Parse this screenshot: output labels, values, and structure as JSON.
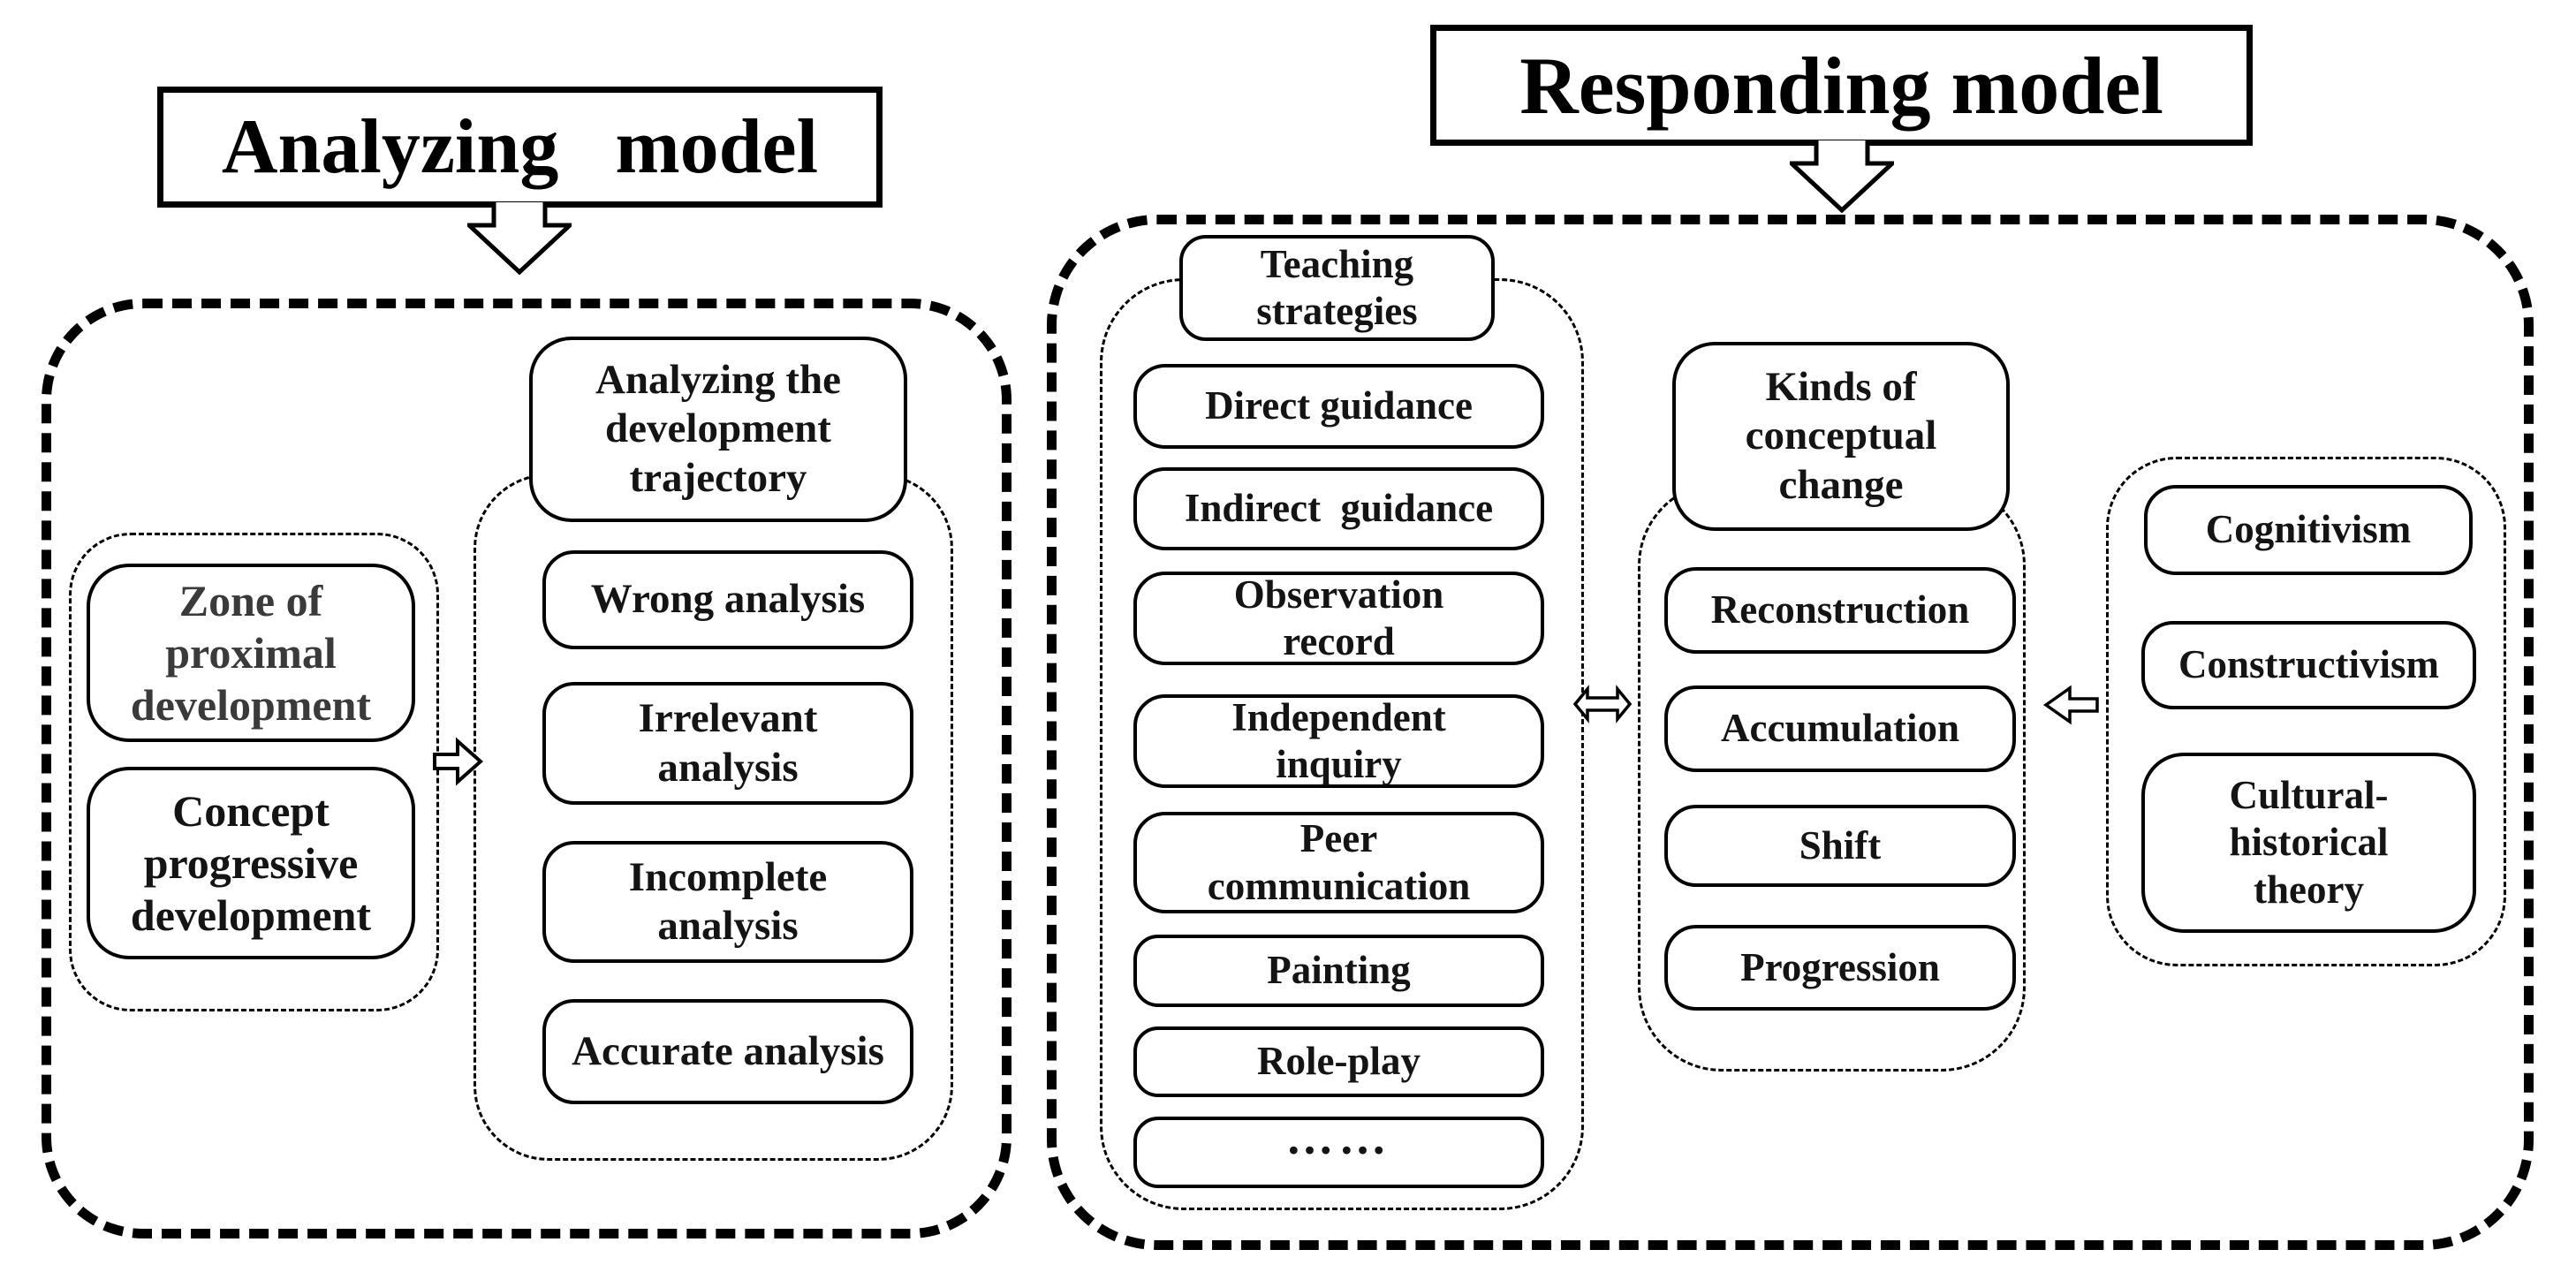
{
  "analyzing": {
    "title": "Analyzing  model",
    "zpd_group": {
      "items": [
        "Zone of\nproximal\ndevelopment",
        "Concept\nprogressive\ndevelopment"
      ]
    },
    "trajectory_group": {
      "header": "Analyzing the\ndevelopment\ntrajectory",
      "items": [
        "Wrong analysis",
        "Irrelevant\nanalysis",
        "Incomplete\nanalysis",
        "Accurate analysis"
      ]
    }
  },
  "responding": {
    "title": "Responding model",
    "teaching_group": {
      "header": "Teaching\nstrategies",
      "items": [
        "Direct guidance",
        "Indirect  guidance",
        "Observation\nrecord",
        "Independent\ninquiry",
        "Peer\ncommunication",
        "Painting",
        "Role-play",
        "……"
      ]
    },
    "change_group": {
      "header": "Kinds of\nconceptual\nchange",
      "items": [
        "Reconstruction",
        "Accumulation",
        "Shift",
        "Progression"
      ]
    },
    "theory_group": {
      "items": [
        "Cognitivism",
        "Constructivism",
        "Cultural-\nhistorical\ntheory"
      ]
    }
  },
  "icons": {
    "analyzing_title_arrow": "hollow-down-arrow",
    "responding_title_arrow": "hollow-down-arrow",
    "zpd_to_trajectory": "hollow-right-arrow",
    "teaching_change_link": "hollow-double-horizontal-arrow",
    "theory_to_change": "hollow-left-arrow"
  },
  "colors": {
    "background": "#ffffff",
    "line_ink": "#000000",
    "text_ink": "#141414",
    "zone_text": "#3a3a3a"
  }
}
